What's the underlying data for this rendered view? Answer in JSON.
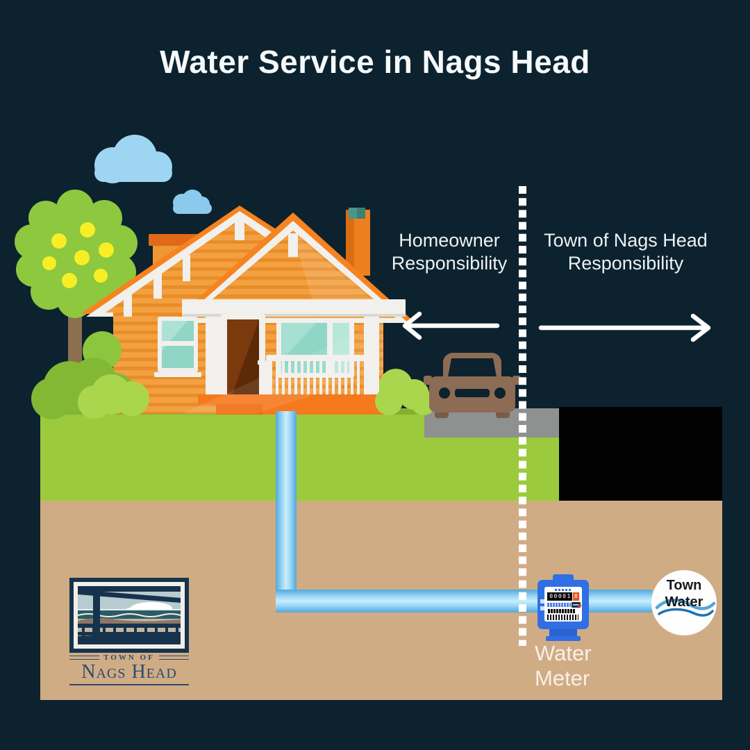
{
  "title": "Water Service in Nags Head",
  "zones": {
    "homeowner_label": "Homeowner Responsibility",
    "town_label": "Town of Nags Head Responsibility"
  },
  "divider": {
    "style": "white-dotted-vertical-line"
  },
  "arrows": {
    "left_direction": "toward-house",
    "right_direction": "toward-town-main"
  },
  "water_meter": {
    "label": "Water Meter",
    "reading": "00001",
    "dial_digit": "8"
  },
  "town_water": {
    "line1": "Town",
    "line2": "Water"
  },
  "logo": {
    "pretitle": "Town of",
    "name": "Nags Head"
  },
  "icons": {
    "house": "house-illustration",
    "tree": "fruit-tree-icon",
    "car": "car-front-icon",
    "meter": "water-meter-icon",
    "waves": "water-waves-icon",
    "pier": "nags-head-pier-logo"
  },
  "colors": {
    "background": "#0c222f",
    "accent_orange": "#f6831f",
    "grass_green": "#9bcb3d",
    "soil_tan": "#d0ac85",
    "pipe_blue": "#9bd6f4",
    "meter_blue": "#2f6fe3",
    "divider_white": "#ffffff",
    "logo_navy": "#2b4a6c"
  }
}
